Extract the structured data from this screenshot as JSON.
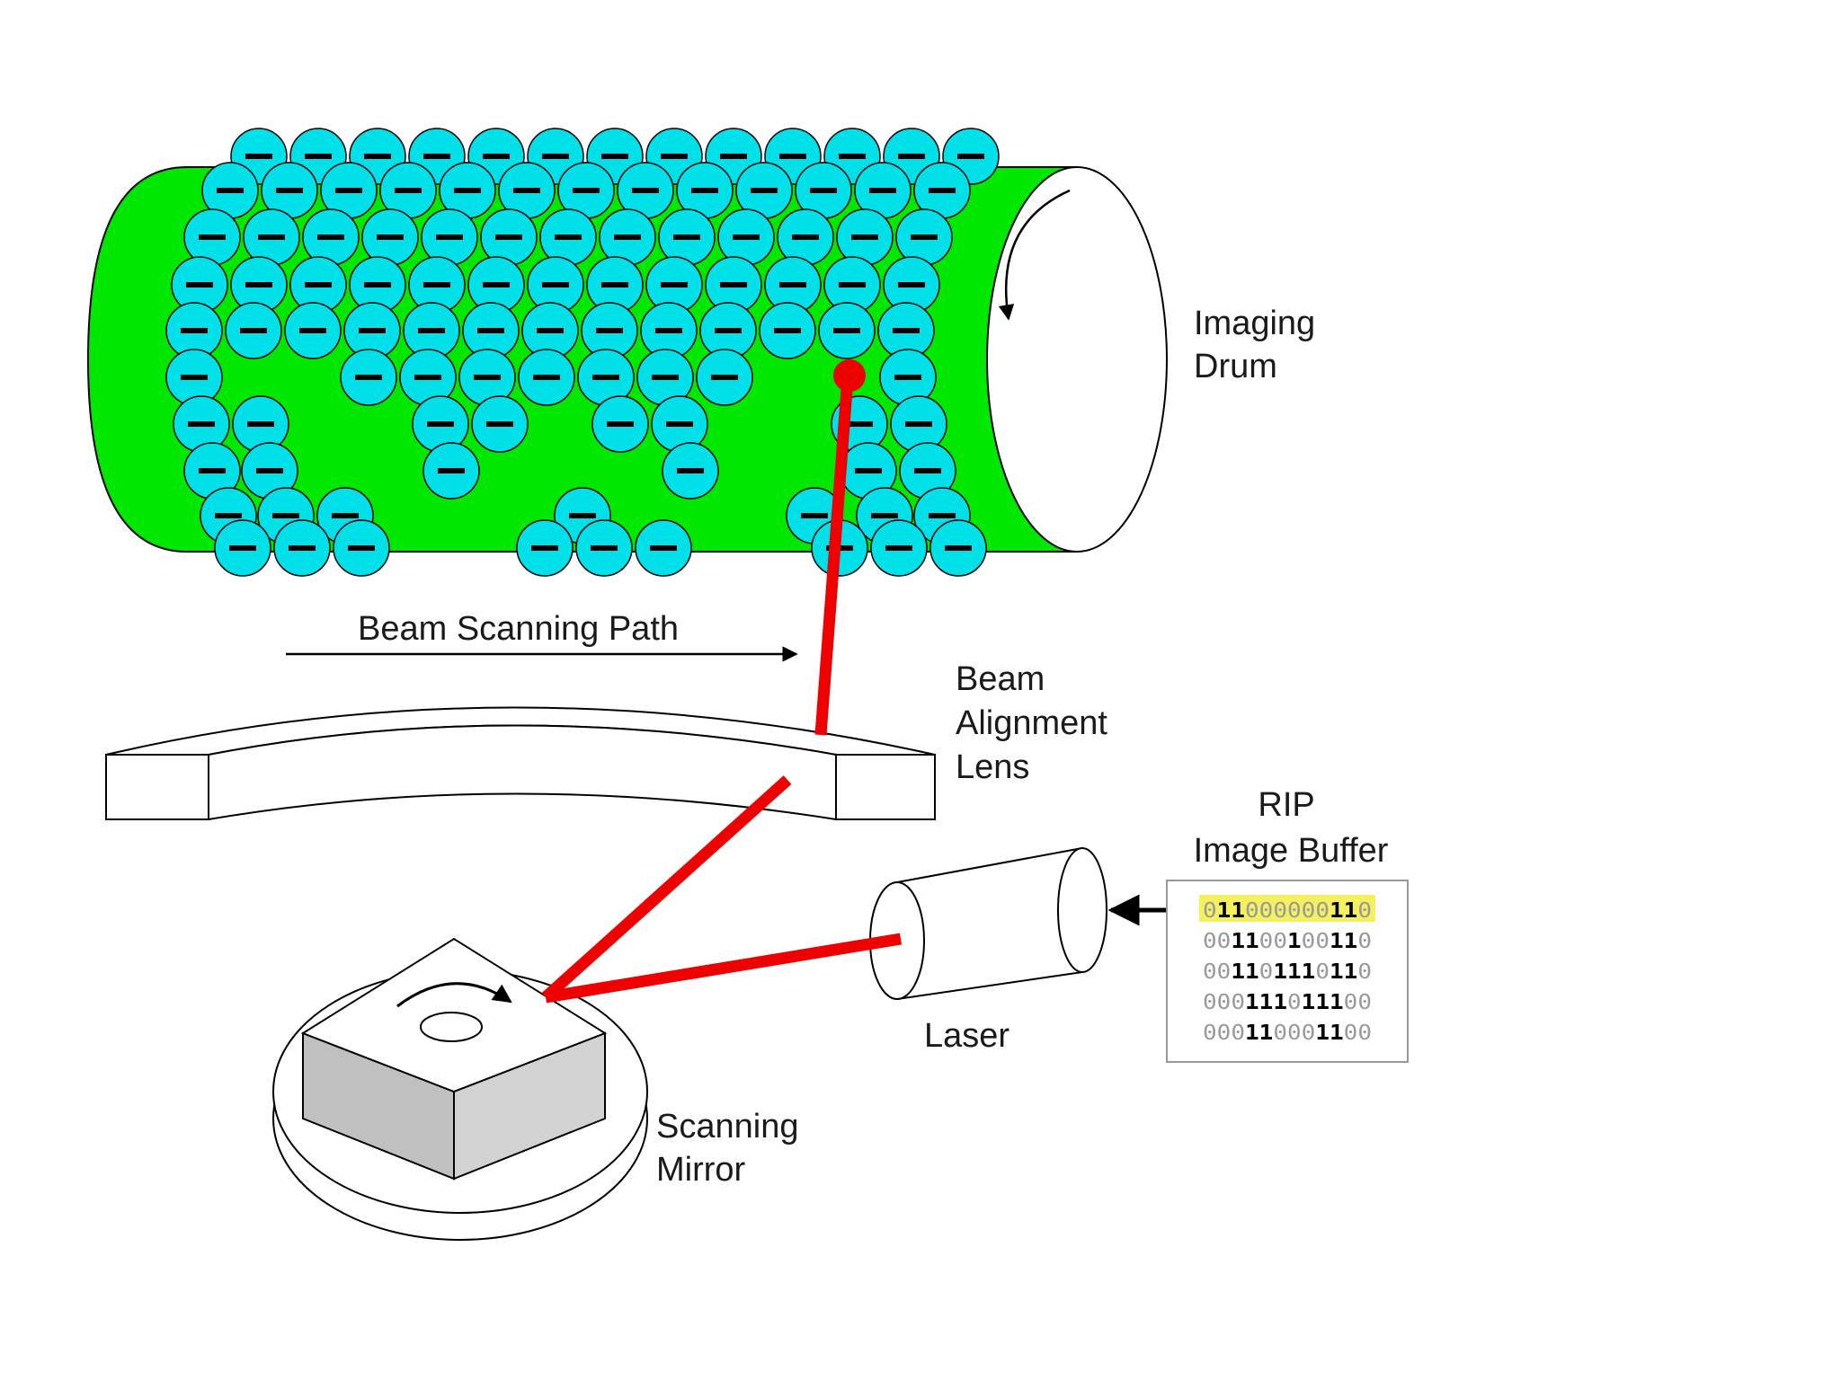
{
  "labels": {
    "imaging_drum": [
      "Imaging",
      "Drum"
    ],
    "beam_scanning_path": "Beam Scanning Path",
    "beam_alignment_lens": [
      "Beam",
      "Alignment",
      "Lens"
    ],
    "rip_image_buffer": [
      "RIP",
      "Image Buffer"
    ],
    "laser": "Laser",
    "scanning_mirror": [
      "Scanning",
      "Mirror"
    ]
  },
  "image_buffer": {
    "rows": [
      "011000000110",
      "001100100110",
      "001101110110",
      "000111011100",
      "000110001100"
    ],
    "highlighted_row": 0
  },
  "charge_symbol": "−",
  "colors": {
    "drum": "#00e800",
    "charge": "#00e0e8",
    "beam": "#ee0000",
    "highlight": "#f4f060"
  }
}
